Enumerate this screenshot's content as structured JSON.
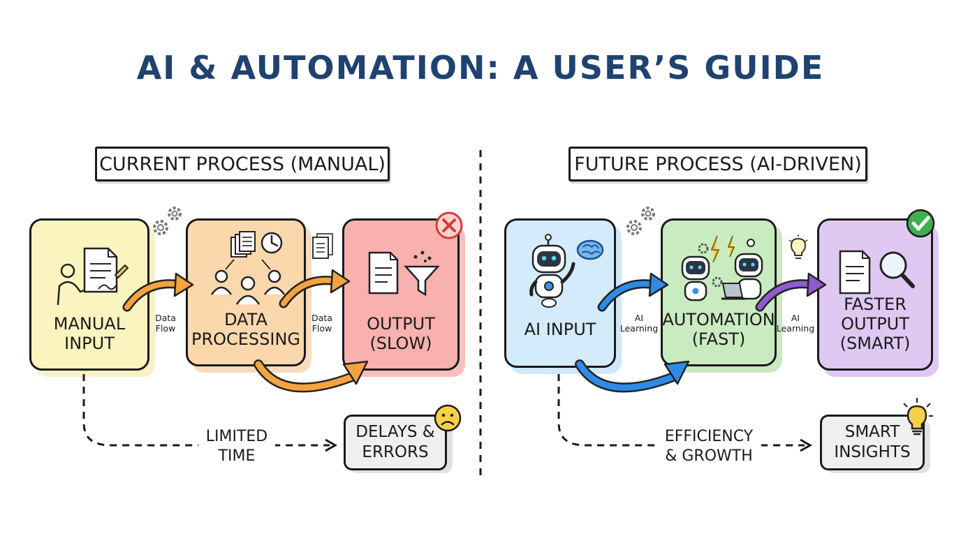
{
  "title": "AI & AUTOMATION: A USER’S GUIDE",
  "colors": {
    "title": "#1f4270",
    "manual_input": "#fbf4bf",
    "data_processing": "#fbd7ac",
    "output_slow": "#f8b1ad",
    "ai_input": "#d4ebfb",
    "automation_fast": "#c9ebc0",
    "faster_output": "#dfc8f1",
    "orange_arrow": "#f3a33f",
    "blue_arrow": "#2d8be6",
    "purple_arrow": "#8c5cd0"
  },
  "current": {
    "heading": "CURRENT PROCESS (MANUAL)",
    "steps": [
      {
        "label": "MANUAL\nINPUT",
        "icon": "person-writing-icon"
      },
      {
        "label": "DATA\nPROCESSING",
        "icon": "team-documents-clock-icon"
      },
      {
        "label": "OUTPUT\n(SLOW)",
        "icon": "document-funnel-icon",
        "badge": "red-x-icon"
      }
    ],
    "flows": [
      "Data\nFlow",
      "Data\nFlow"
    ],
    "path_label": "LIMITED\nTIME",
    "outcome": "DELAYS &\nERRORS",
    "outcome_icon": "sad-face-icon"
  },
  "future": {
    "heading": "FUTURE PROCESS (AI-DRIVEN)",
    "steps": [
      {
        "label": "AI INPUT",
        "icon": "robot-icon"
      },
      {
        "label": "AUTOMATION\n(FAST)",
        "icon": "robots-working-icon"
      },
      {
        "label": "FASTER\nOUTPUT\n(SMART)",
        "icon": "document-magnifier-icon",
        "badge": "green-check-icon"
      }
    ],
    "flows": [
      "AI\nLearning",
      "AI\nLearning"
    ],
    "path_label": "EFFICIENCY\n& GROWTH",
    "outcome": "SMART\nINSIGHTS",
    "outcome_icon": "lightbulb-icon"
  }
}
